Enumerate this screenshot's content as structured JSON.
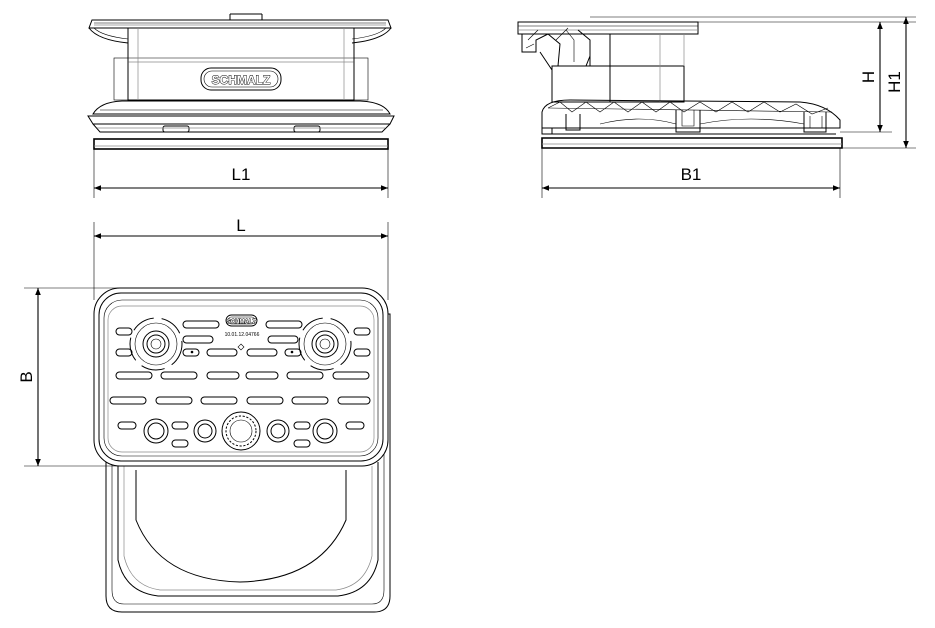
{
  "front_view": {
    "brand": "SCHMALZ",
    "dimension": "L1"
  },
  "side_view": {
    "dimensions": [
      "B1",
      "H",
      "H1"
    ]
  },
  "top_view": {
    "brand": "SCHMALZ",
    "part_number": "10.01.12.04766",
    "dimensions": [
      "L",
      "B"
    ]
  }
}
